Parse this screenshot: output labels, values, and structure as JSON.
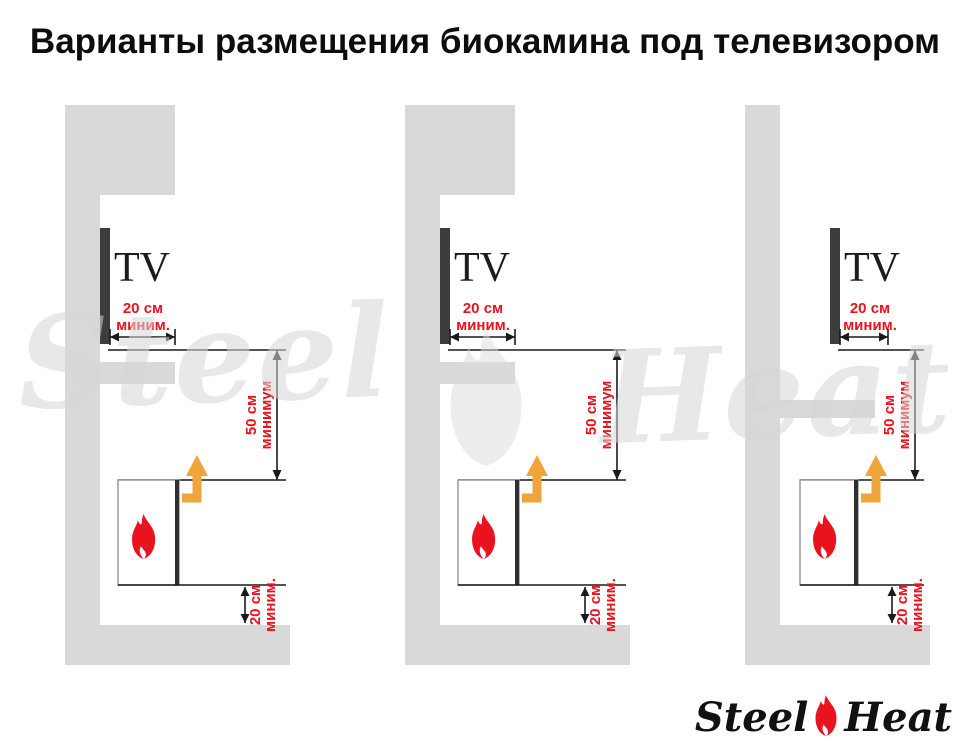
{
  "title": "Варианты размещения биокамина под телевизором",
  "watermark": {
    "left_word": "Steel",
    "right_word": "Heat"
  },
  "logo": {
    "word_left": "Steel",
    "word_right": "Heat"
  },
  "colors": {
    "dimension_red": "#e8131d",
    "flame_red": "#e8131d",
    "arrow_orange": "#f0a43c",
    "wall_gray": "#d9d9d9"
  },
  "panels": [
    {
      "id": "variant-1",
      "tv_label": "TV",
      "shelf_depth": {
        "value": "20 см",
        "qualifier": "миним."
      },
      "tv_to_fireplace": {
        "value": "50 см",
        "qualifier": "минимум"
      },
      "fireplace_to_base": {
        "value": "20 см",
        "qualifier": "миним."
      }
    },
    {
      "id": "variant-2",
      "tv_label": "TV",
      "shelf_depth": {
        "value": "20 см",
        "qualifier": "миним."
      },
      "tv_to_fireplace": {
        "value": "50 см",
        "qualifier": "минимум"
      },
      "fireplace_to_base": {
        "value": "20 см",
        "qualifier": "миним."
      }
    },
    {
      "id": "variant-3",
      "tv_label": "TV",
      "shelf_depth": {
        "value": "20 см",
        "qualifier": "миним."
      },
      "tv_to_fireplace": {
        "value": "50 см",
        "qualifier": "минимум"
      },
      "fireplace_to_base": {
        "value": "20 см",
        "qualifier": "миним."
      }
    }
  ]
}
